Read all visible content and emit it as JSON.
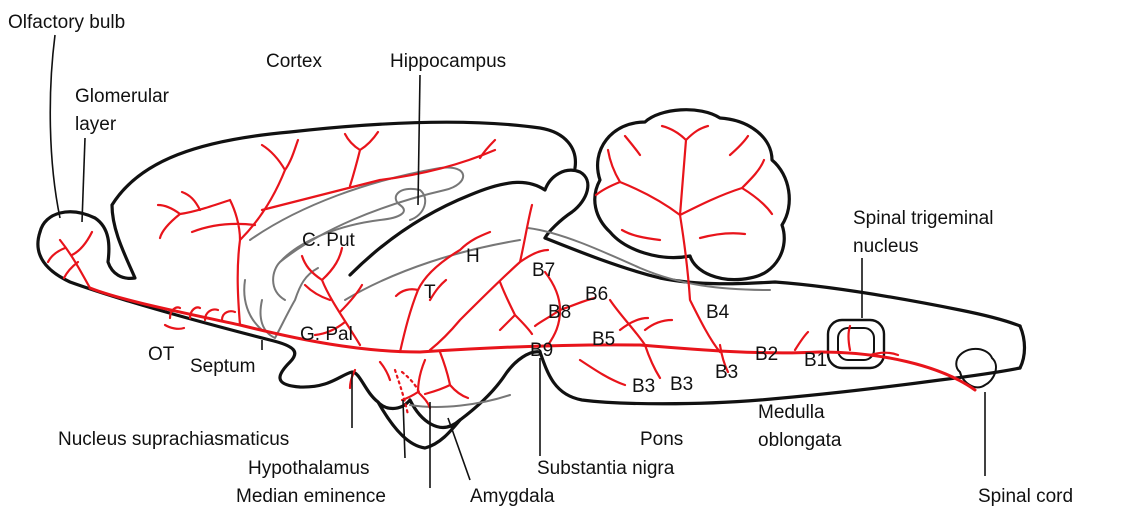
{
  "colors": {
    "projection": "#e8141b",
    "outline": "#111111",
    "inner_structure": "#777777",
    "background": "#ffffff"
  },
  "labels": {
    "olfactory_bulb": "Olfactory bulb",
    "glomerular_layer_1": "Glomerular",
    "glomerular_layer_2": "layer",
    "cortex": "Cortex",
    "hippocampus": "Hippocampus",
    "spinal_trigeminal_1": "Spinal trigeminal",
    "spinal_trigeminal_2": "nucleus",
    "c_put": "C. Put",
    "g_pal": "G. Pal",
    "ot": "OT",
    "septum": "Septum",
    "h": "H",
    "t": "T",
    "b1": "B1",
    "b2": "B2",
    "b3_a": "B3",
    "b3_b": "B3",
    "b3_c": "B3",
    "b4": "B4",
    "b5": "B5",
    "b6": "B6",
    "b7": "B7",
    "b8": "B8",
    "b9": "B9",
    "nucleus_suprachiasmaticus": "Nucleus suprachiasmaticus",
    "hypothalamus": "Hypothalamus",
    "median_eminence": "Median eminence",
    "amygdala": "Amygdala",
    "substantia_nigra": "Substantia nigra",
    "pons": "Pons",
    "medulla_1": "Medulla",
    "medulla_2": "oblongata",
    "spinal_cord": "Spinal cord"
  }
}
